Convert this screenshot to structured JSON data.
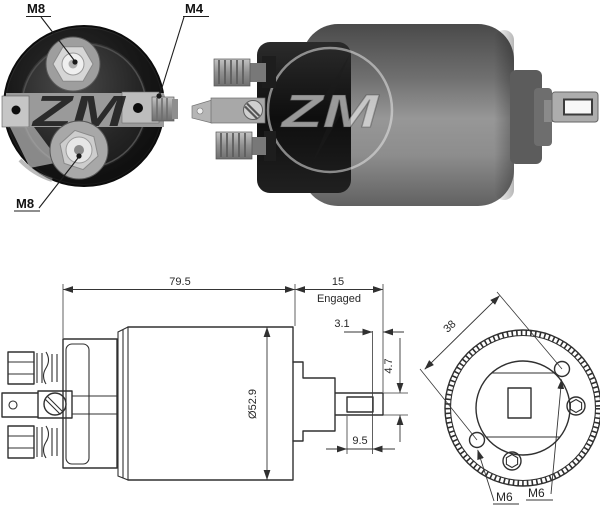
{
  "part_labels": {
    "m8_top": "M8",
    "m4": "M4",
    "m8_bottom": "M8"
  },
  "watermark": {
    "logo": "ZM"
  },
  "side_view": {
    "dim_length": "79.5",
    "dim_stroke": "15",
    "stroke_caption": "Engaged",
    "dim_tip_gap": "3.1",
    "dim_rod_height": "4.7",
    "dim_diameter": "Ø52.9",
    "dim_slot_width": "9.5"
  },
  "end_view": {
    "dim_hole_spacing": "38",
    "label_hole_a": "M6",
    "label_hole_b": "M6"
  },
  "colors": {
    "background": "#ffffff",
    "drawing_line": "#303030",
    "dimension_text": "#282828",
    "callout_text": "#121212",
    "photo_dark_body": "#161616",
    "photo_cylinder_gray": "#8a8a8a"
  }
}
